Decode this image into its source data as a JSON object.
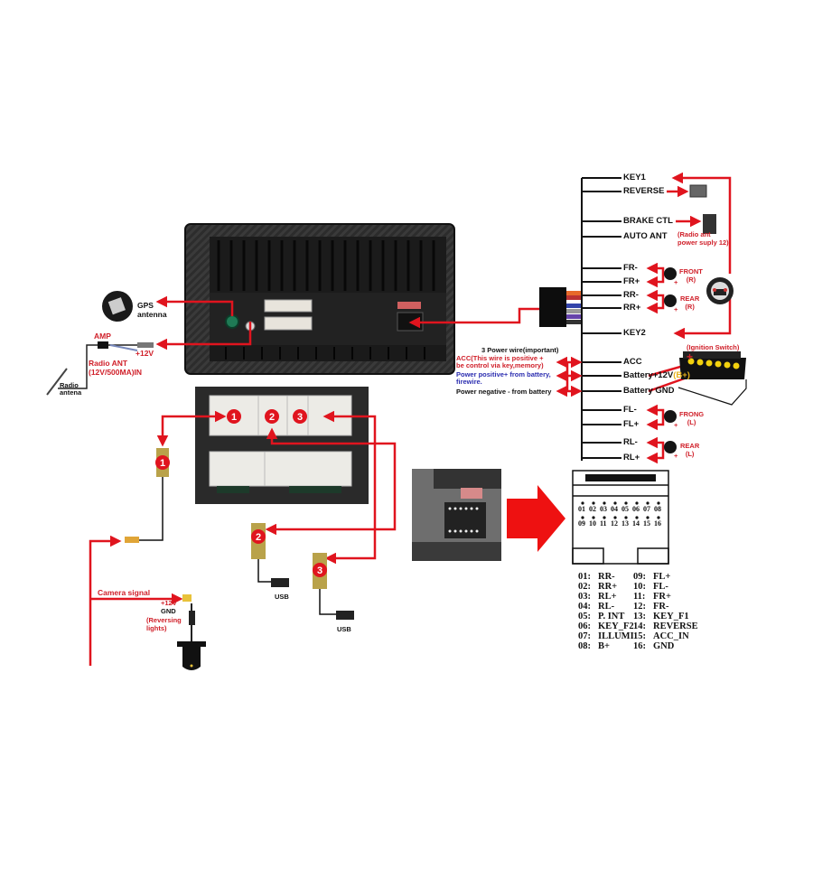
{
  "colors": {
    "wire_red": "#e0141e",
    "unit_dark": "#2a2a2a",
    "label_red": "#d0202a",
    "label_blue": "#2b2db0",
    "battery_yellow": "#f2d10e",
    "connector_brass": "#b9a24a"
  },
  "harness": {
    "wires": [
      {
        "label": "KEY1"
      },
      {
        "label": "REVERSE"
      },
      {
        "label": "BRAKE CTL"
      },
      {
        "label": "AUTO ANT"
      },
      {
        "label": "FR-"
      },
      {
        "label": "FR+"
      },
      {
        "label": "RR-"
      },
      {
        "label": "RR+"
      },
      {
        "label": "KEY2"
      },
      {
        "label": "ACC"
      },
      {
        "label": "Battery+12V"
      },
      {
        "label": "Battery GND"
      },
      {
        "label": "FL-"
      },
      {
        "label": "FL+"
      },
      {
        "label": "RL-"
      },
      {
        "label": "RL+"
      }
    ],
    "auto_ant_note": [
      "(Radio ant",
      "power suply 12)"
    ],
    "battery_plus_note": "(B+)",
    "ignition_switch": "(Ignition Switch)",
    "speakers": {
      "front_r": [
        "FRONT",
        "(R)"
      ],
      "rear_r": [
        "REAR",
        "(R)"
      ],
      "front_l": [
        "FRONG",
        "(L)"
      ],
      "rear_l": [
        "REAR",
        "(L)"
      ]
    },
    "plus": "+",
    "minus": "-"
  },
  "power_notes": {
    "title": "3 Power wire(important)",
    "acc": [
      "ACC(This wire is positive +",
      "be control via key,memory)"
    ],
    "positive": [
      "Power positive+ from battery,",
      "firewire."
    ],
    "negative": "Power negative - from battery"
  },
  "antennas": {
    "gps": [
      "GPS",
      "antenna"
    ],
    "amp": "AMP",
    "radio_ant": [
      "Radio ANT",
      "(12V/500MA)IN"
    ],
    "plus12v": "+12V",
    "radio_antena": [
      "Radio",
      "antena"
    ]
  },
  "ports": {
    "markers": [
      "1",
      "2",
      "3"
    ],
    "usb": "USB"
  },
  "camera": {
    "signal": "Camera signal",
    "plus12v": "+12V",
    "gnd": "GND",
    "reversing": [
      "(Reversing",
      "lights)"
    ]
  },
  "pin_grid": {
    "top_row": [
      "01",
      "02",
      "03",
      "04",
      "05",
      "06",
      "07",
      "08"
    ],
    "bottom_row": [
      "09",
      "10",
      "11",
      "12",
      "13",
      "14",
      "15",
      "16"
    ]
  },
  "pin_legend": {
    "left": [
      {
        "num": "01:",
        "name": "RR-"
      },
      {
        "num": "02:",
        "name": "RR+"
      },
      {
        "num": "03:",
        "name": "RL+"
      },
      {
        "num": "04:",
        "name": "RL-"
      },
      {
        "num": "05:",
        "name": "P. INT"
      },
      {
        "num": "06:",
        "name": "KEY_F2"
      },
      {
        "num": "07:",
        "name": "ILLUMI"
      },
      {
        "num": "08:",
        "name": "B+"
      }
    ],
    "right": [
      {
        "num": "09:",
        "name": "FL+"
      },
      {
        "num": "10:",
        "name": "FL-"
      },
      {
        "num": "11:",
        "name": "FR+"
      },
      {
        "num": "12:",
        "name": "FR-"
      },
      {
        "num": "13:",
        "name": "KEY_F1"
      },
      {
        "num": "14:",
        "name": "REVERSE"
      },
      {
        "num": "15:",
        "name": "ACC_IN"
      },
      {
        "num": "16:",
        "name": "GND"
      }
    ]
  }
}
